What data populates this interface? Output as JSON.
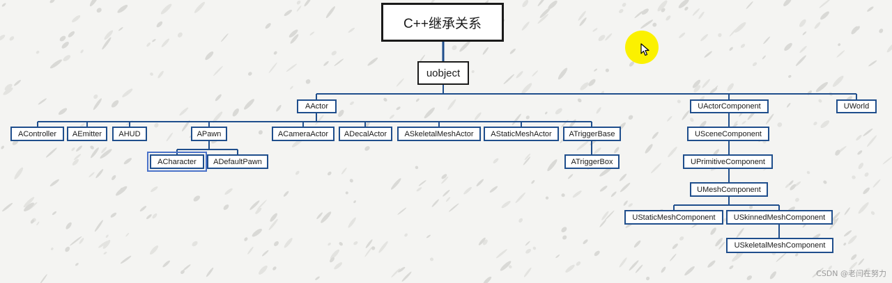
{
  "diagram": {
    "title": "C++继承关系",
    "root": "uobject",
    "actor_branch": {
      "label": "AActor",
      "children": [
        "AController",
        "AEmitter",
        "AHUD",
        "APawn",
        "ACameraActor",
        "ADecalActor",
        "ASkeletalMeshActor",
        "AStaticMeshActor",
        "ATriggerBase"
      ],
      "pawn_children": [
        "ACharacter",
        "ADefaultPawn"
      ],
      "trigger_children": [
        "ATriggerBox"
      ]
    },
    "component_branch": {
      "chain": [
        "UActorComponent",
        "USceneComponent",
        "UPrimitiveComponent",
        "UMeshComponent"
      ],
      "mesh_children": [
        "UStaticMeshComponent",
        "USkinnedMeshComponent"
      ],
      "skinned_children": [
        "USkeletalMeshComponent"
      ]
    },
    "world": "UWorld"
  },
  "colors": {
    "line": "#1f4e8c",
    "cursor_highlight": "#fbf100"
  },
  "watermark": "CSDN @老闫在努力"
}
